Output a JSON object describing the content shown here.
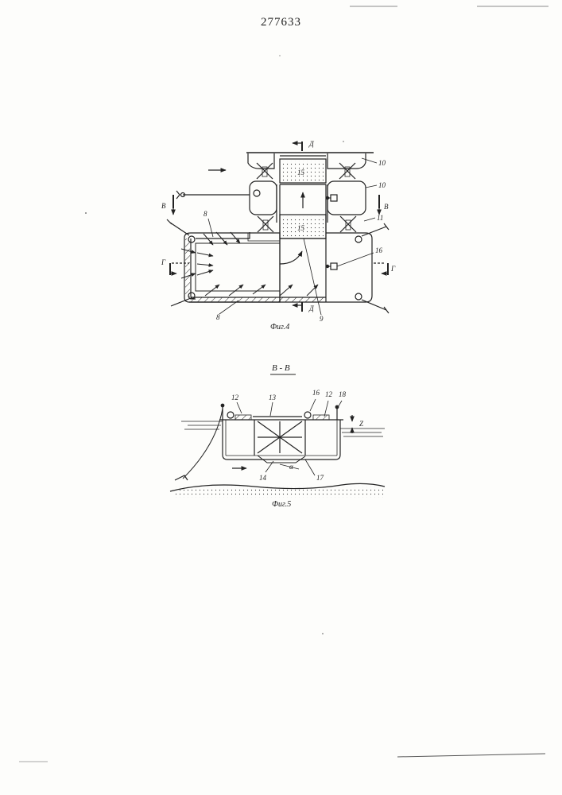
{
  "patent_number": "277633",
  "fig4": {
    "caption": "Фиг.4",
    "labels": {
      "d_top": "Д",
      "d_bottom": "Д",
      "v_left": "В",
      "v_right": "В",
      "g_left": "Г",
      "g_right": "Г",
      "n10a": "10",
      "n10b": "10",
      "n11": "11",
      "n15a": "15",
      "n15b": "15",
      "n16": "16",
      "n8a": "8",
      "n8b": "8",
      "n9": "9"
    }
  },
  "fig5": {
    "section_title": "В - В",
    "caption": "Фиг.5",
    "labels": {
      "n12a": "12",
      "n12b": "12",
      "n13": "13",
      "n14": "14",
      "n16": "16",
      "n17": "17",
      "n18": "18",
      "z": "Z",
      "alpha": "α"
    }
  },
  "colors": {
    "ink": "#222222",
    "paper": "#fdfdfb"
  }
}
